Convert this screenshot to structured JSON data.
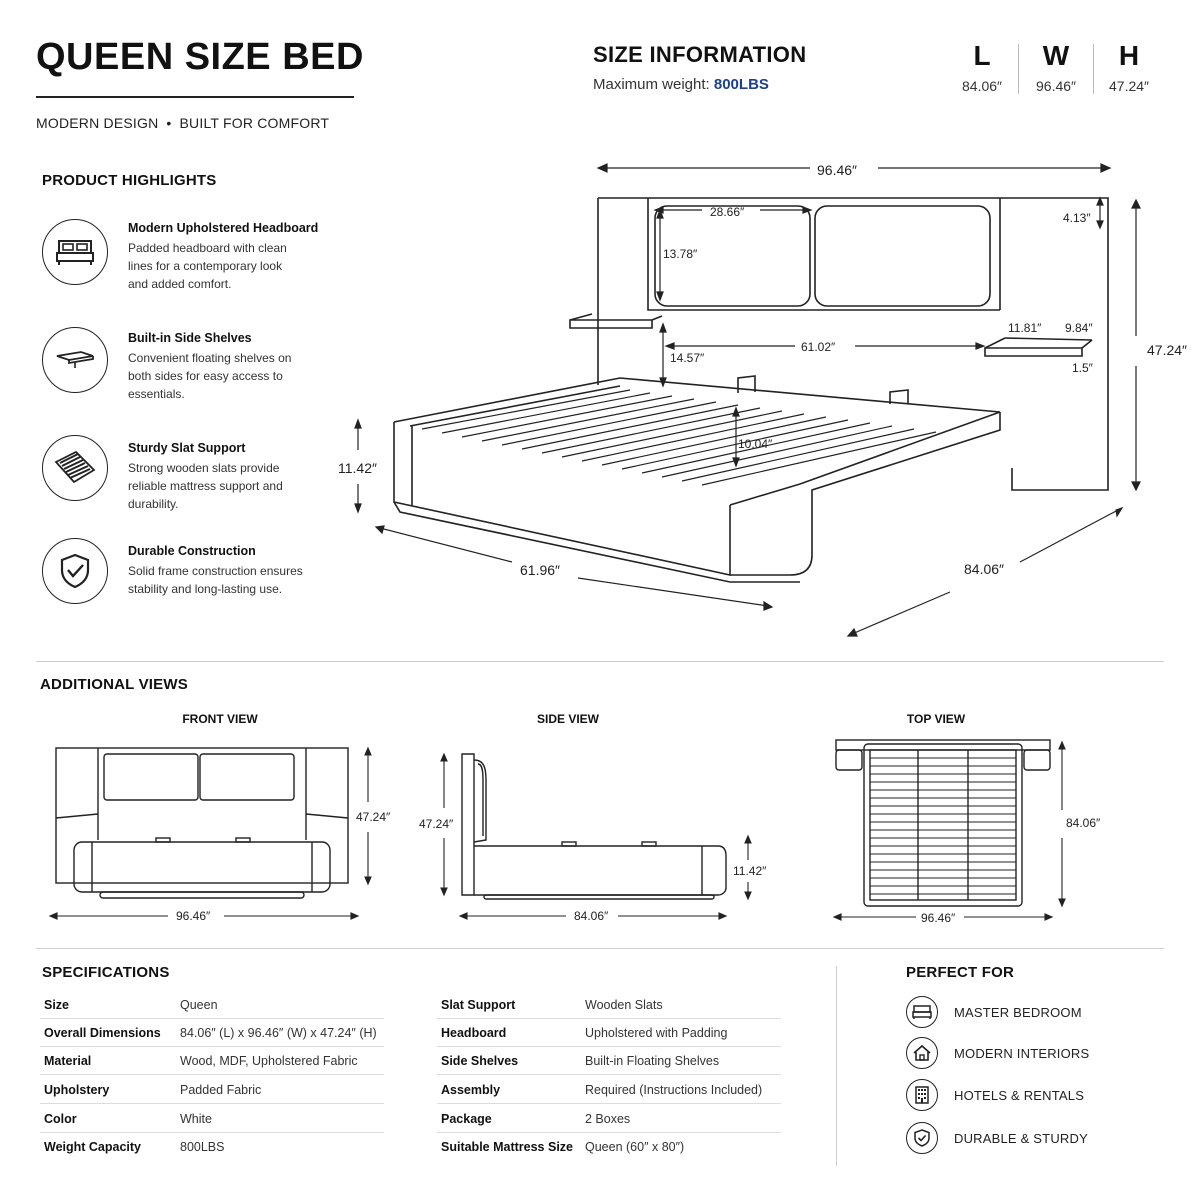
{
  "header": {
    "title": "QUEEN SIZE BED",
    "tagline_a": "MODERN DESIGN",
    "tagline_sep": "•",
    "tagline_b": "BUILT FOR COMFORT"
  },
  "size_info": {
    "title": "SIZE INFORMATION",
    "weight_label": "Maximum weight:",
    "weight_value": "800LBS",
    "dims": [
      {
        "letter": "L",
        "value": "84.06″"
      },
      {
        "letter": "W",
        "value": "96.46″"
      },
      {
        "letter": "H",
        "value": "47.24″"
      }
    ]
  },
  "highlights": {
    "label": "PRODUCT HIGHLIGHTS",
    "items": [
      {
        "icon": "bed-icon",
        "title": "Modern Upholstered Headboard",
        "desc": "Padded headboard with clean lines for a contemporary look and added comfort."
      },
      {
        "icon": "shelf-icon",
        "title": "Built-in Side Shelves",
        "desc": "Convenient floating shelves on both sides for easy access to essentials."
      },
      {
        "icon": "slats-icon",
        "title": "Sturdy Slat Support",
        "desc": "Strong wooden slats provide reliable mattress support and durability."
      },
      {
        "icon": "shield-check-icon",
        "title": "Durable Construction",
        "desc": "Solid frame construction ensures stability and long-lasting use."
      }
    ]
  },
  "main_dims": {
    "width_top": "96.46″",
    "panel_width": "28.66″",
    "panel_height": "13.78″",
    "top_gap": "4.13″",
    "shelf_height_from_frame": "14.57″",
    "inner_width": "61.02″",
    "shelf_depth": "11.81″",
    "shelf_width": "9.84″",
    "shelf_thickness": "1.5″",
    "total_height": "47.24″",
    "frame_depth": "10.04″",
    "frame_height": "11.42″",
    "front_width": "61.96″",
    "length": "84.06″"
  },
  "additional": {
    "label": "ADDITIONAL VIEWS",
    "front": {
      "label": "FRONT VIEW",
      "height": "47.24″",
      "width": "96.46″"
    },
    "side": {
      "label": "SIDE VIEW",
      "height": "47.24″",
      "frame": "11.42″",
      "length": "84.06″"
    },
    "top": {
      "label": "TOP VIEW",
      "length": "84.06″",
      "width": "96.46″"
    }
  },
  "specs": {
    "label": "SPECIFICATIONS",
    "left": [
      {
        "k": "Size",
        "v": "Queen"
      },
      {
        "k": "Overall Dimensions",
        "v": "84.06″ (L) x 96.46″ (W) x 47.24″ (H)"
      },
      {
        "k": "Material",
        "v": "Wood, MDF, Upholstered Fabric"
      },
      {
        "k": "Upholstery",
        "v": "Padded Fabric"
      },
      {
        "k": "Color",
        "v": "White"
      },
      {
        "k": "Weight Capacity",
        "v": "800LBS"
      }
    ],
    "right": [
      {
        "k": "Slat Support",
        "v": "Wooden Slats"
      },
      {
        "k": "Headboard",
        "v": "Upholstered with Padding"
      },
      {
        "k": "Side Shelves",
        "v": "Built-in Floating Shelves"
      },
      {
        "k": "Assembly",
        "v": "Required (Instructions Included)"
      },
      {
        "k": "Package",
        "v": "2 Boxes"
      },
      {
        "k": "Suitable Mattress Size",
        "v": "Queen (60″ x 80″)"
      }
    ]
  },
  "perfect_for": {
    "label": "PERFECT FOR",
    "items": [
      {
        "icon": "bed-icon",
        "label": "MASTER BEDROOM"
      },
      {
        "icon": "home-icon",
        "label": "MODERN INTERIORS"
      },
      {
        "icon": "building-icon",
        "label": "HOTELS & RENTALS"
      },
      {
        "icon": "shield-check-icon",
        "label": "DURABLE & STURDY"
      }
    ]
  }
}
